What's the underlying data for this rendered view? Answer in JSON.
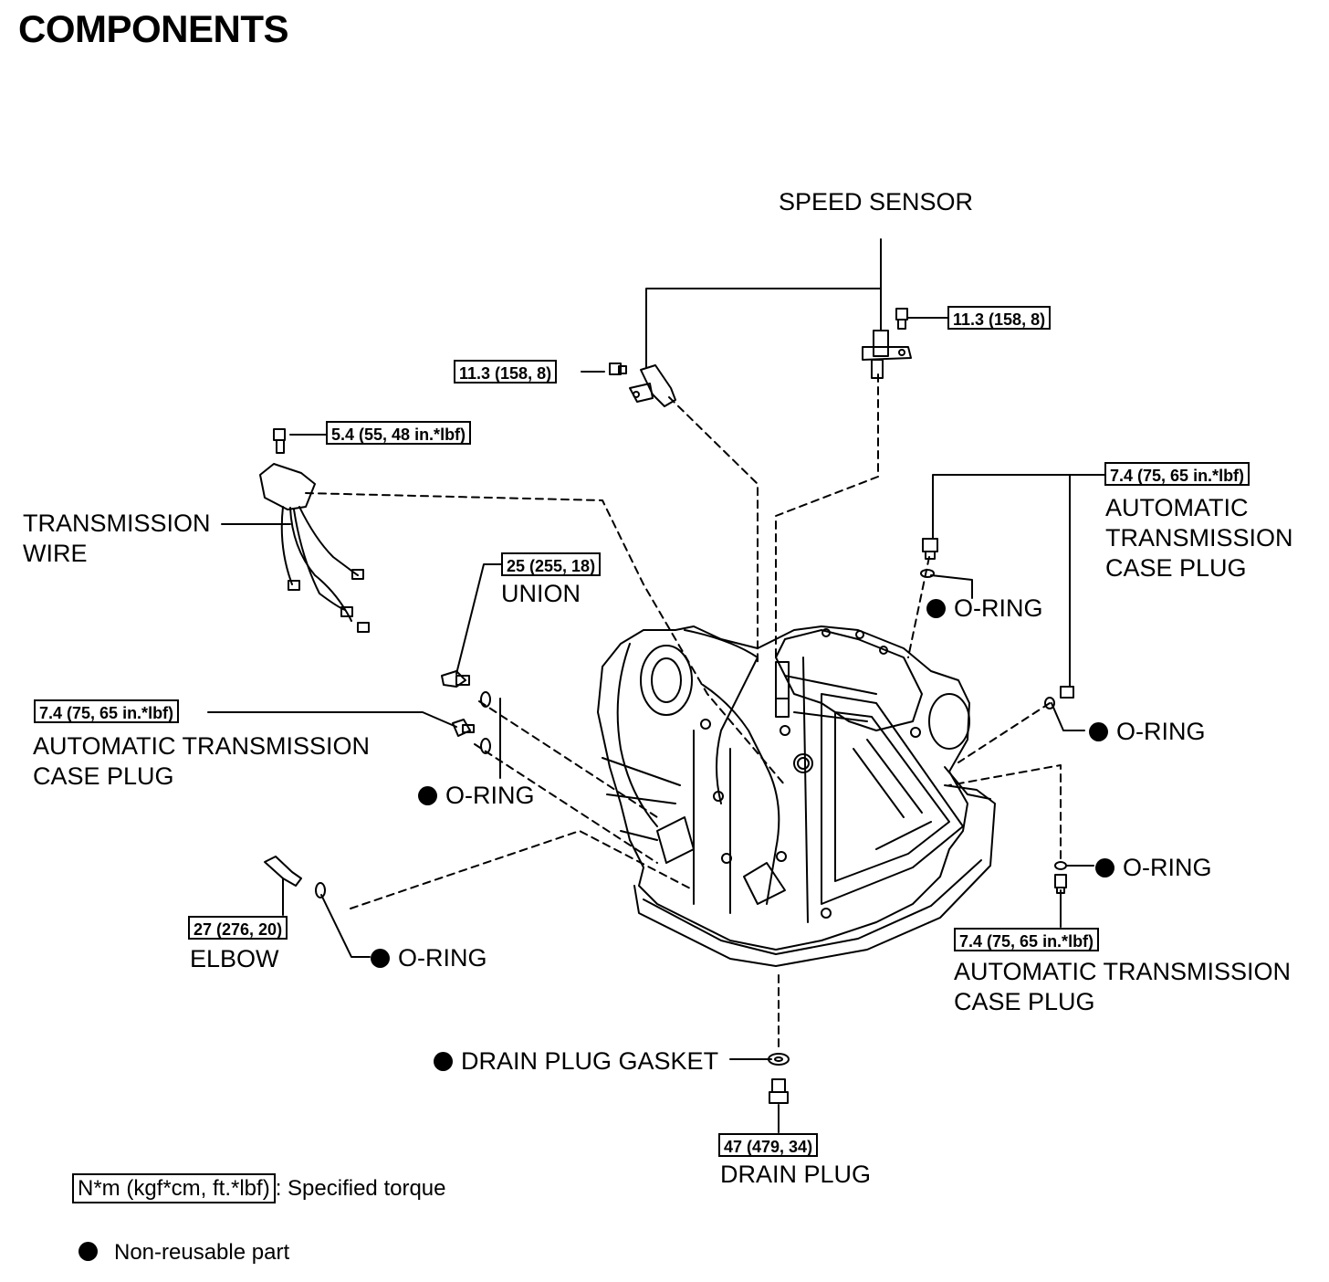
{
  "title": "COMPONENTS",
  "labels": {
    "speed_sensor": "SPEED SENSOR",
    "transmission_wire_1": "TRANSMISSION",
    "transmission_wire_2": "WIRE",
    "union": "UNION",
    "case_plug_right_1": "AUTOMATIC",
    "case_plug_right_2": "TRANSMISSION",
    "case_plug_right_3": "CASE PLUG",
    "case_plug_left_1": "AUTOMATIC TRANSMISSION",
    "case_plug_left_2": "CASE PLUG",
    "case_plug_lower_right_1": "AUTOMATIC TRANSMISSION",
    "case_plug_lower_right_2": "CASE PLUG",
    "elbow": "ELBOW",
    "drain_plug": "DRAIN PLUG",
    "drain_plug_gasket": "DRAIN PLUG GASKET",
    "o_ring": "O-RING"
  },
  "torques": {
    "speed_sensor_right": "11.3 (158, 8)",
    "speed_sensor_left": "11.3 (158, 8)",
    "transmission_wire": "5.4 (55, 48 in.*lbf)",
    "case_plug_right": "7.4 (75, 65 in.*lbf)",
    "union": "25 (255, 18)",
    "case_plug_left": "7.4 (75, 65 in.*lbf)",
    "elbow": "27 (276, 20)",
    "case_plug_lower_right": "7.4 (75, 65 in.*lbf)",
    "drain_plug": "47 (479, 34)"
  },
  "legend": {
    "torque_unit": "N*m (kgf*cm, ft.*lbf)",
    "torque_desc": ": Specified torque",
    "non_reusable": "Non-reusable part"
  },
  "colors": {
    "ink": "#000000",
    "paper": "#ffffff"
  }
}
